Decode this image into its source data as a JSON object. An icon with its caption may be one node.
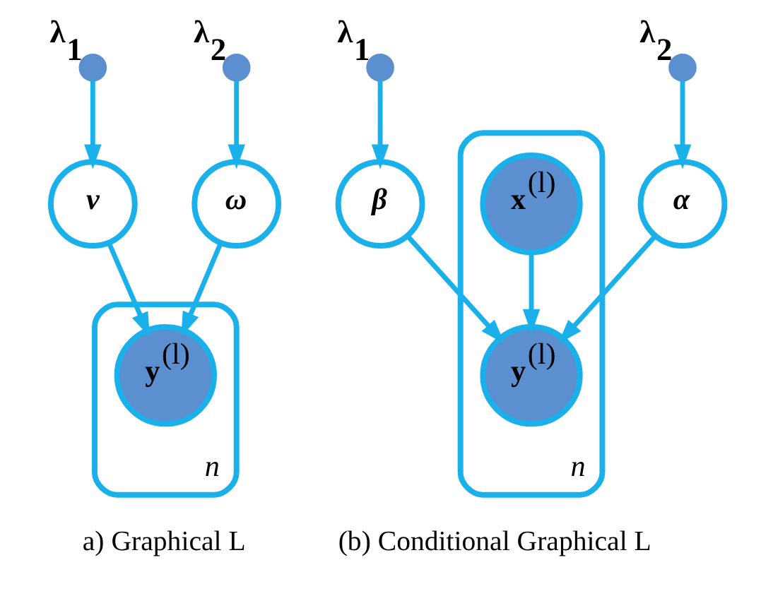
{
  "diagram": {
    "nodes": [
      {
        "text": [
          "λ$_{1}$"
        ]
      },
      {
        "text": [
          "λ$_{2}$"
        ]
      },
      {
        "text": [
          "λ$_{1}$"
        ]
      },
      {
        "text": [
          "λ$_{2}$"
        ]
      },
      {
        "text": [
          "ν"
        ]
      },
      {
        "text": [
          "ω"
        ]
      },
      {
        "text": [
          "β"
        ]
      },
      {
        "text": [
          "n"
        ]
      },
      {
        "text": [
          "**x**$^{(l)}$"
        ],
        "in": 7
      },
      {
        "text": [
          "α"
        ]
      },
      {
        "text": [
          "n"
        ]
      },
      {
        "text": [
          "**y**$^{(l)}$"
        ],
        "in": 10
      },
      {
        "text": [
          "**y**$^{(l)}$"
        ],
        "in": 7
      }
    ],
    "edges": [
      {
        "from": 0,
        "to": 4,
        "arrow": "to"
      },
      {
        "from": 1,
        "to": 5,
        "arrow": "to"
      },
      {
        "from": 2,
        "to": 6,
        "arrow": "to"
      },
      {
        "from": 3,
        "to": 9,
        "arrow": "to"
      },
      {
        "from": 4,
        "to": 11,
        "arrow": "to"
      },
      {
        "from": 5,
        "to": 11,
        "arrow": "to"
      },
      {
        "from": 6,
        "to": 12,
        "arrow": "to"
      },
      {
        "from": 8,
        "to": 12,
        "arrow": "to"
      },
      {
        "from": 9,
        "to": 12,
        "arrow": "to"
      }
    ],
    "labels": [
      "a) Graphical L",
      "(b) Conditional Graphical L"
    ]
  }
}
